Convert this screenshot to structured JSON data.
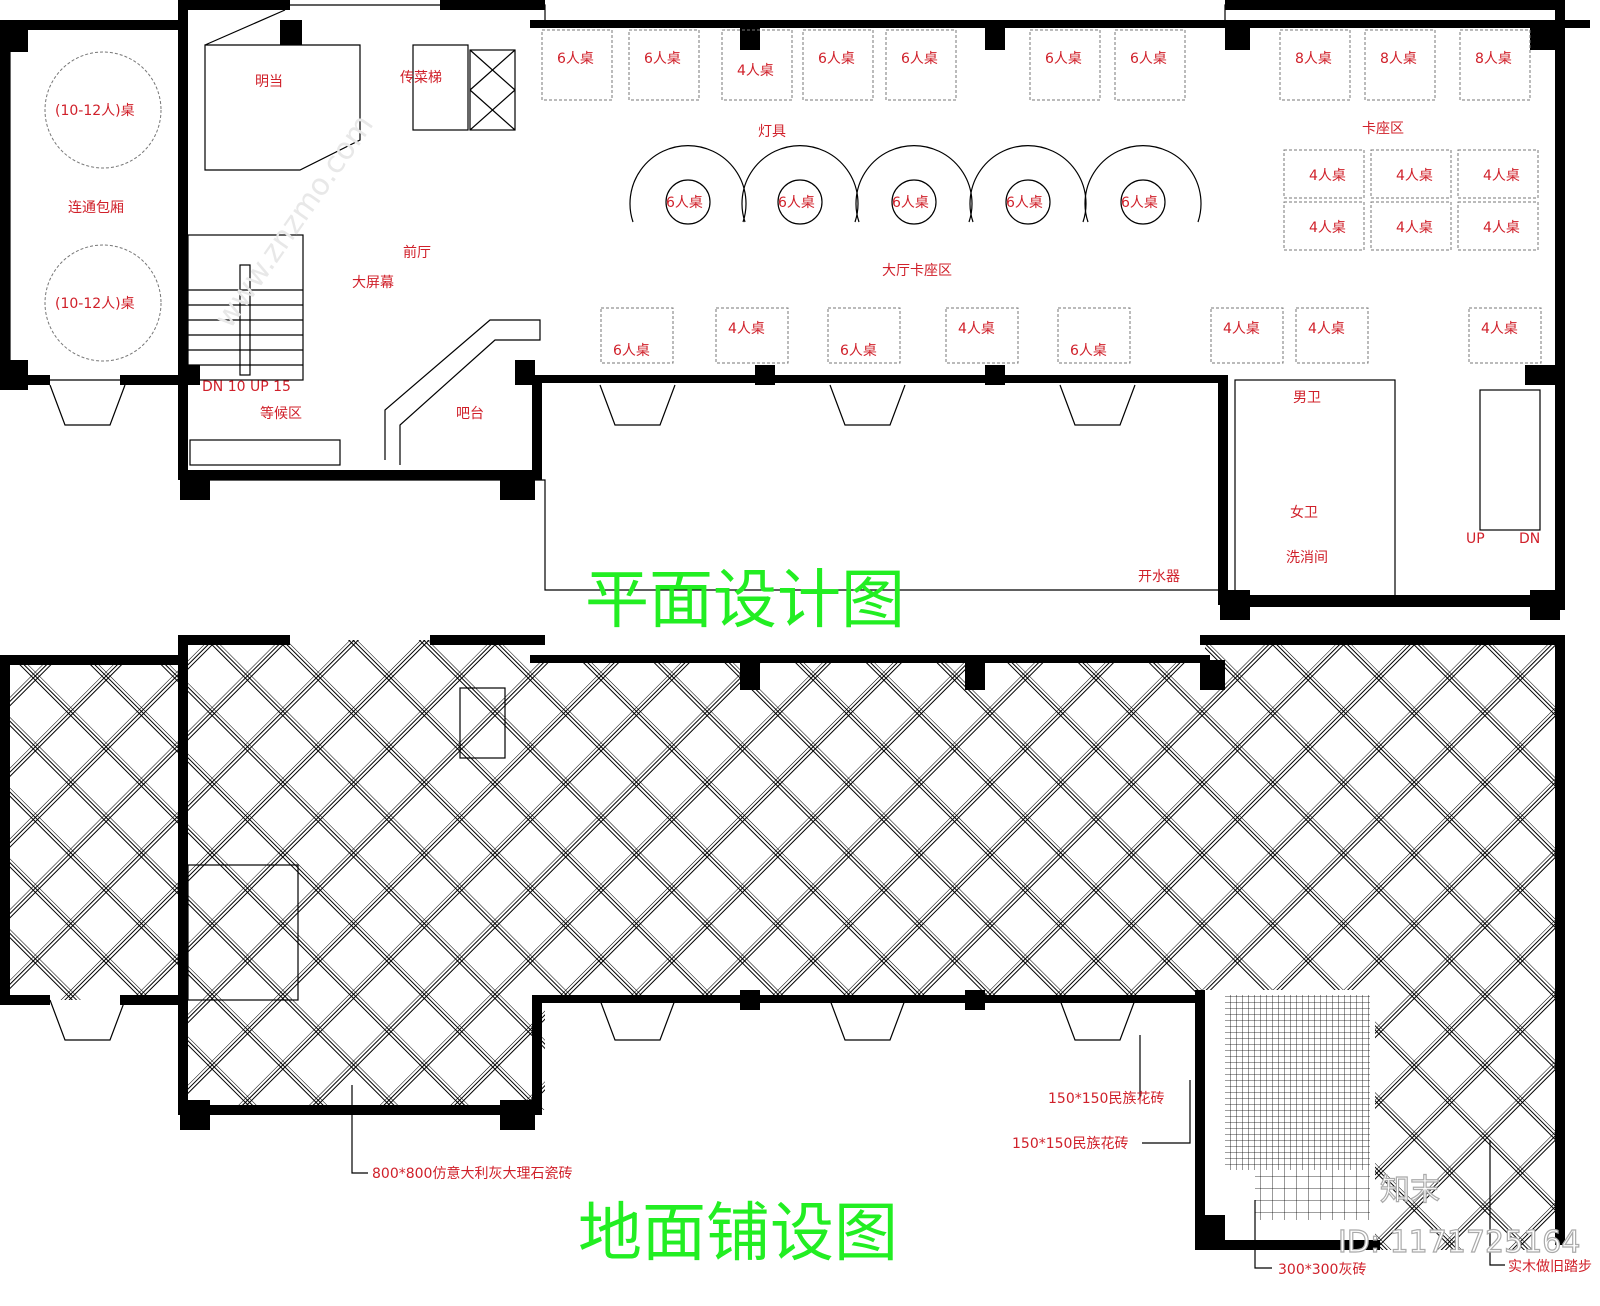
{
  "plan": {
    "title": "平面设计图",
    "rooms": {
      "mingdang": "明当",
      "dumbwaiter": "传菜梯",
      "private_room": "连通包厢",
      "big_table_1": "(10-12人)桌",
      "big_table_2": "(10-12人)桌",
      "front_hall": "前厅",
      "big_screen": "大屏幕",
      "stair_note": "DN  10  UP  15",
      "waiting_area": "等候区",
      "bar": "吧台",
      "lamp": "灯具",
      "booth_area": "卡座区",
      "hall_booth_area": "大厅卡座区",
      "mens_wc": "男卫",
      "womens_wc": "女卫",
      "wash_room": "洗消间",
      "water_heater": "开水器",
      "stair_up": "UP",
      "stair_dn": "DN"
    },
    "top_row_tables": [
      "6人桌",
      "6人桌",
      "4人桌",
      "6人桌",
      "6人桌",
      "6人桌",
      "6人桌",
      "8人桌",
      "8人桌",
      "8人桌"
    ],
    "booth_tables": [
      "4人桌",
      "4人桌",
      "4人桌",
      "4人桌",
      "4人桌",
      "4人桌"
    ],
    "round_tables": [
      "6人桌",
      "6人桌",
      "6人桌",
      "6人桌",
      "6人桌"
    ],
    "bottom_row_tables": [
      "6人桌",
      "4人桌",
      "6人桌",
      "4人桌",
      "6人桌",
      "4人桌",
      "4人桌",
      "4人桌"
    ]
  },
  "floor": {
    "title": "地面铺设图",
    "notes": {
      "marble": "800*800仿意大利灰大理石瓷砖",
      "tile_1": "150*150民族花砖",
      "tile_2": "150*150民族花砖",
      "grey_tile": "300*300灰砖",
      "wood_steps": "实木做旧踏步"
    }
  },
  "watermark": {
    "site": "www.znzmo.com",
    "logo": "知末",
    "id": "ID: 1171725164"
  },
  "colors": {
    "label": "#d0202a",
    "title": "#22ee22",
    "wall": "#000000",
    "accent": "#00cccc"
  }
}
